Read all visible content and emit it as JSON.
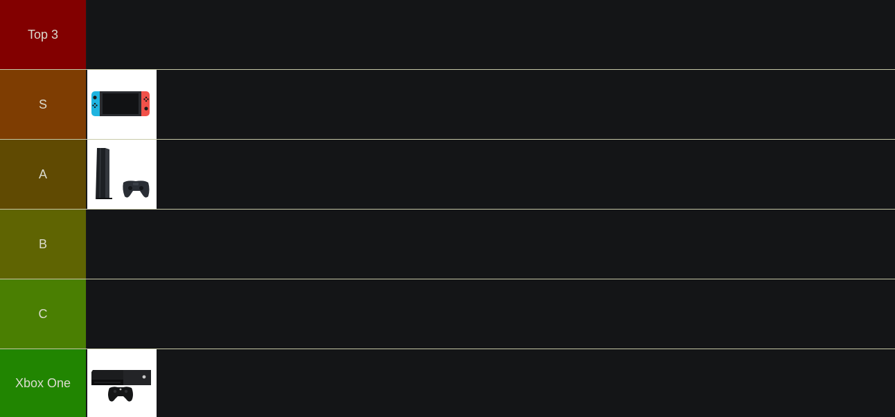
{
  "tiers": [
    {
      "label": "Top 3",
      "color": "#820000",
      "items": []
    },
    {
      "label": "S",
      "color": "#7e3d02",
      "items": [
        "nintendo-switch"
      ]
    },
    {
      "label": "A",
      "color": "#604a02",
      "items": [
        "playstation-4"
      ]
    },
    {
      "label": "B",
      "color": "#5f6402",
      "items": []
    },
    {
      "label": "C",
      "color": "#4a7f02",
      "items": []
    },
    {
      "label": "Xbox One",
      "color": "#218501",
      "items": [
        "xbox-one"
      ]
    }
  ],
  "colors": {
    "background": "#141517",
    "divider": "#c8c9a8",
    "label_text": "#dcdcd0",
    "item_background": "#ffffff"
  }
}
